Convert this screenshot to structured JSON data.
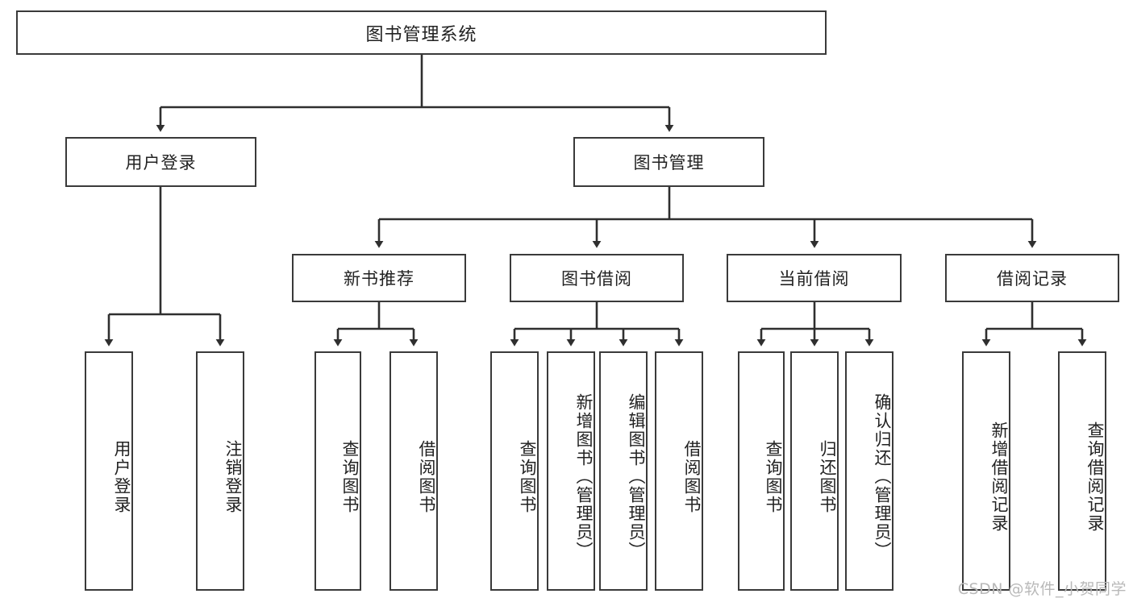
{
  "diagram": {
    "title": "图书管理系统",
    "root": {
      "label": "图书管理系统"
    },
    "level2": [
      {
        "label": "用户登录"
      },
      {
        "label": "图书管理"
      }
    ],
    "level3": [
      {
        "label": "新书推荐"
      },
      {
        "label": "图书借阅"
      },
      {
        "label": "当前借阅"
      },
      {
        "label": "借阅记录"
      }
    ],
    "leaves": [
      {
        "label": "用户登录"
      },
      {
        "label": "注销登录"
      },
      {
        "label": "查询图书"
      },
      {
        "label": "借阅图书"
      },
      {
        "label": "查询图书"
      },
      {
        "label": "新增图书（管理员）"
      },
      {
        "label": "编辑图书（管理员）"
      },
      {
        "label": "借阅图书"
      },
      {
        "label": "查询图书"
      },
      {
        "label": "归还图书"
      },
      {
        "label": "确认归还（管理员）"
      },
      {
        "label": "新增借阅记录"
      },
      {
        "label": "查询借阅记录"
      }
    ],
    "watermark": "CSDN @软件_小贺同学",
    "colors": {
      "stroke": "#3a3a3a",
      "fill": "#ffffff",
      "text": "#222222",
      "watermark": "#b9b9b9"
    }
  }
}
